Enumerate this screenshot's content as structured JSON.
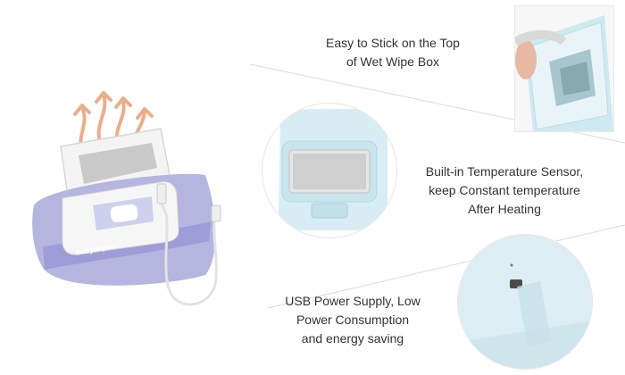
{
  "features": [
    {
      "line1": "Easy to Stick on the Top",
      "line2": "of Wet Wipe Box"
    },
    {
      "line1": "Built-in Temperature Sensor,",
      "line2": "keep Constant temperature",
      "line3": "After Heating"
    },
    {
      "line1": "USB Power Supply, Low",
      "line2": "Power Consumption",
      "line3": "and energy saving"
    }
  ],
  "product": {
    "pack_brand": "BabyWipes"
  },
  "colors": {
    "device_blue": "#cfe9f1",
    "pack_purple": "#b6b5e0",
    "pack_stripe": "#8f8ed1",
    "heat_arrow": "#e8a07a",
    "divider_line": "#d9d9d9",
    "text": "#333333"
  }
}
